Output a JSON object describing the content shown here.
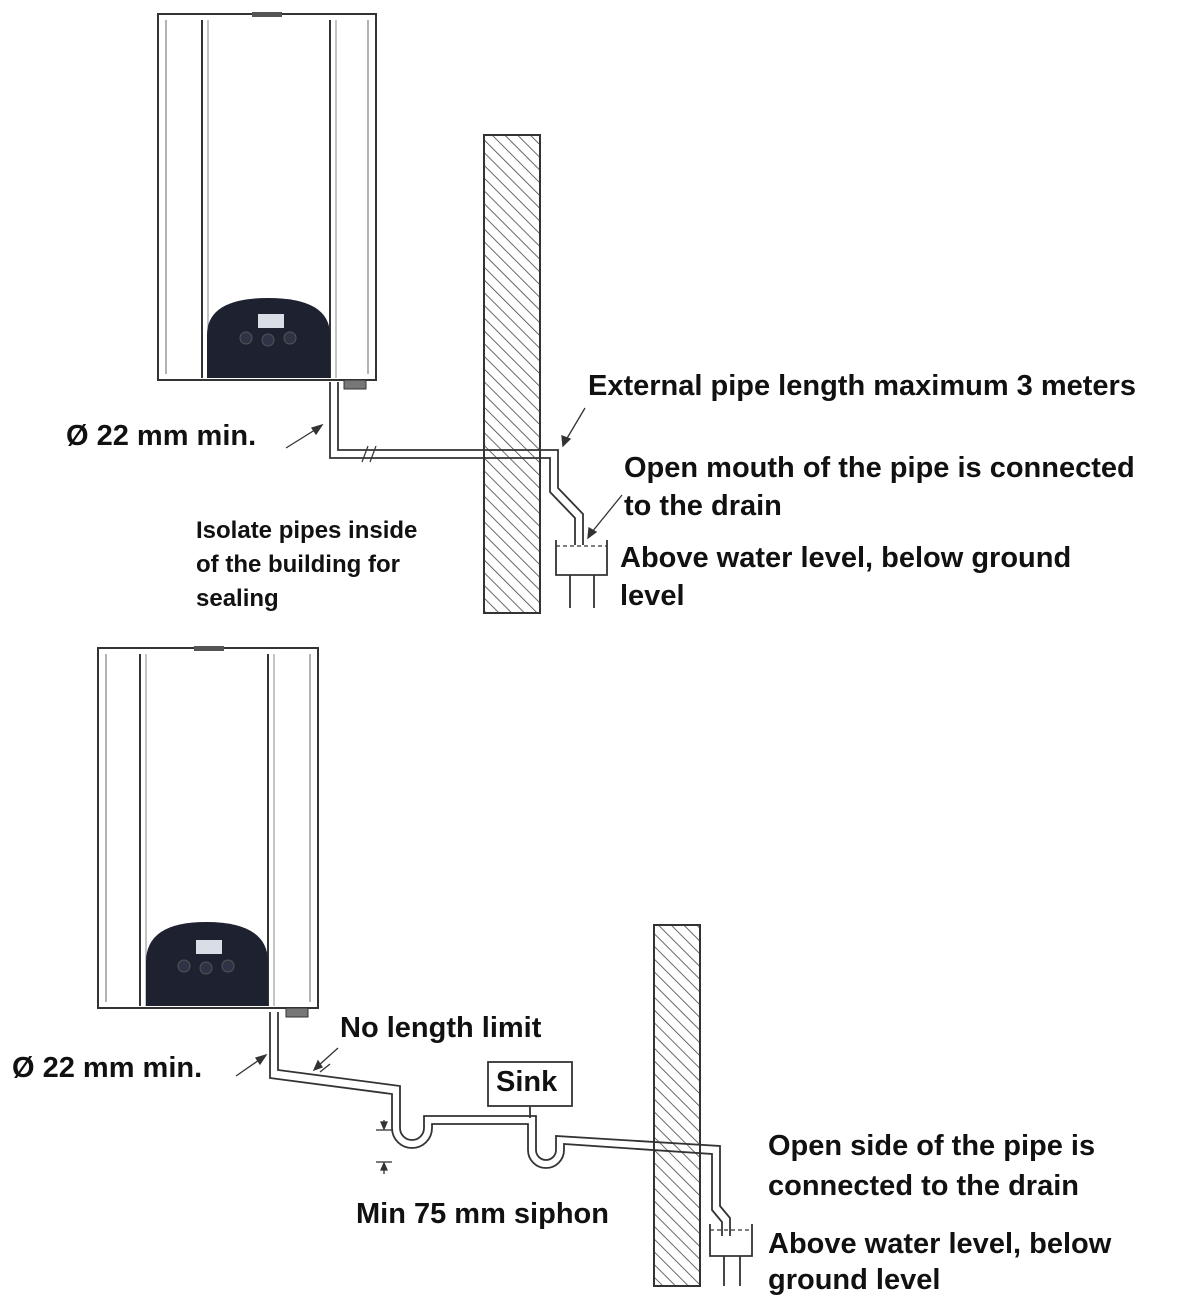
{
  "diagram1": {
    "pipe_diameter_label": "Ø  22 mm min.",
    "external_pipe_label": "External pipe length maximum 3 meters",
    "open_mouth_label_line1": "Open mouth of the pipe is connected",
    "open_mouth_label_line2": "to the drain",
    "water_level_line1": "Above water level, below ground",
    "water_level_line2": "level",
    "isolate_line1": "Isolate pipes inside",
    "isolate_line2": "of the building for",
    "isolate_line3": "sealing"
  },
  "diagram2": {
    "pipe_diameter_label": "Ø  22 mm min.",
    "no_length_label": "No length limit",
    "sink_label": "Sink",
    "siphon_label": "Min 75 mm siphon",
    "open_side_line1": "Open side of the pipe is",
    "open_side_line2": "connected to the drain",
    "water_level_line1": "Above water level, below",
    "water_level_line2": "ground level"
  },
  "colors": {
    "line": "#333333",
    "panel": "#1d2130",
    "hatch": "#444444",
    "background": "#ffffff"
  }
}
